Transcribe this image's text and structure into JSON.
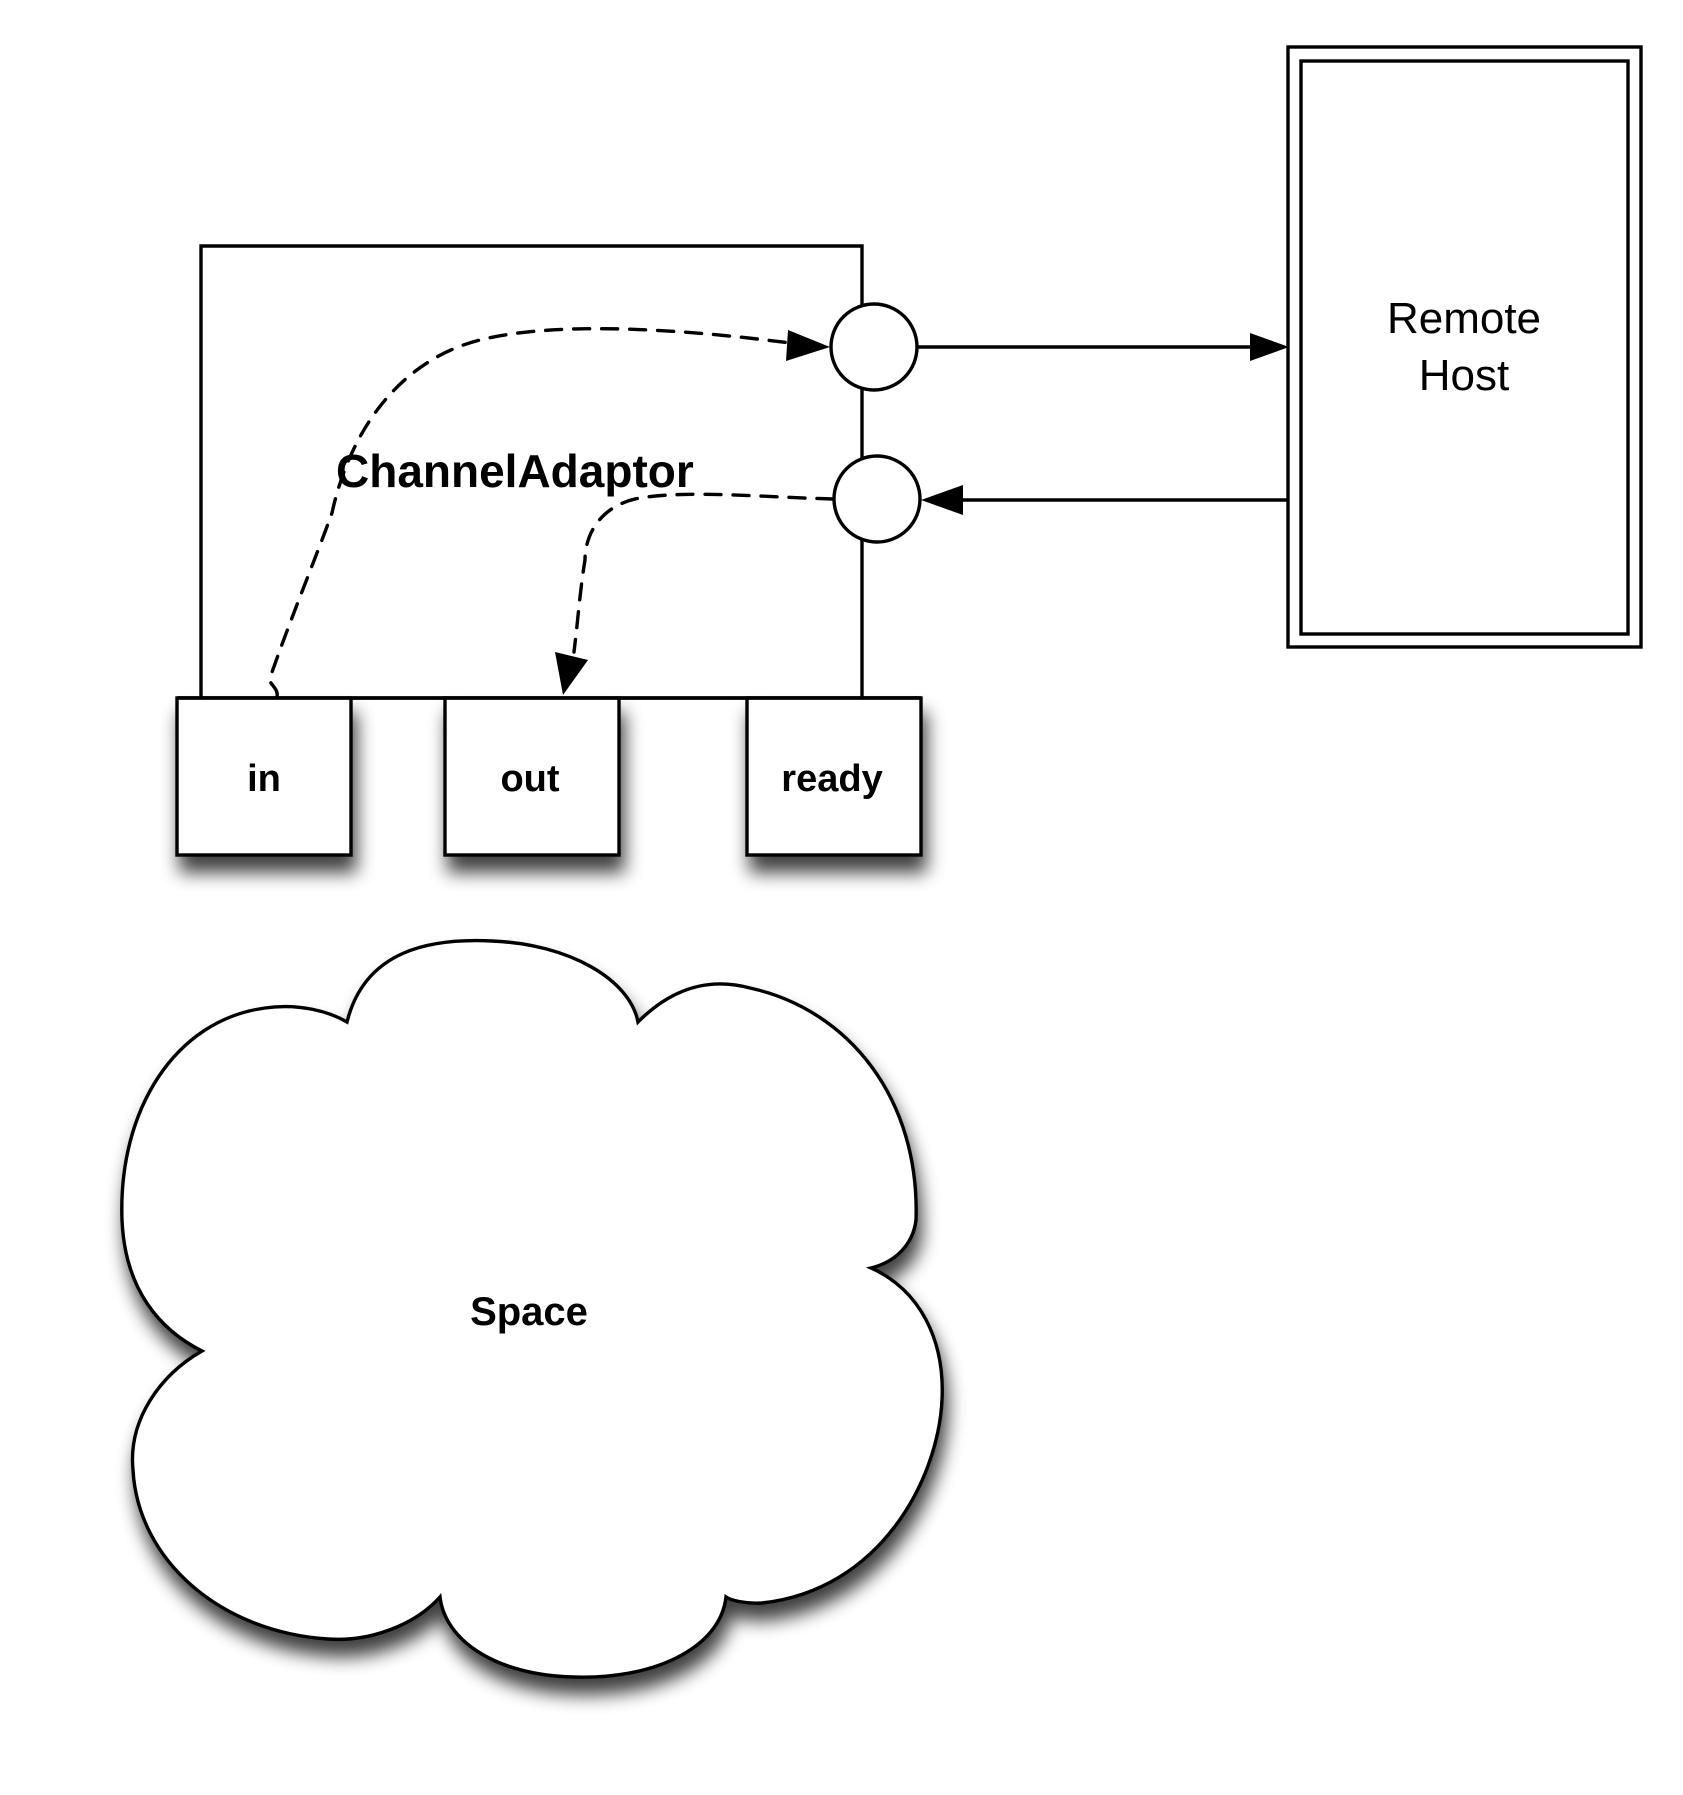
{
  "diagram": {
    "title": "ChannelAdaptor",
    "remote_host": {
      "label_line1": "Remote",
      "label_line2": "Host"
    },
    "ports": [
      {
        "id": "in",
        "label": "in"
      },
      {
        "id": "out",
        "label": "out"
      },
      {
        "id": "ready",
        "label": "ready"
      }
    ],
    "space": {
      "label": "Space"
    },
    "connections": [
      {
        "from": "in",
        "to": "send-endpoint",
        "style": "dashed",
        "arrow": "end"
      },
      {
        "from": "send-endpoint",
        "to": "remote-host",
        "style": "solid",
        "arrow": "end"
      },
      {
        "from": "remote-host",
        "to": "receive-endpoint",
        "style": "solid",
        "arrow": "end"
      },
      {
        "from": "receive-endpoint",
        "to": "out",
        "style": "dashed",
        "arrow": "end"
      }
    ],
    "colors": {
      "stroke": "#000000",
      "background": "#ffffff",
      "shadow": "#000000"
    }
  }
}
